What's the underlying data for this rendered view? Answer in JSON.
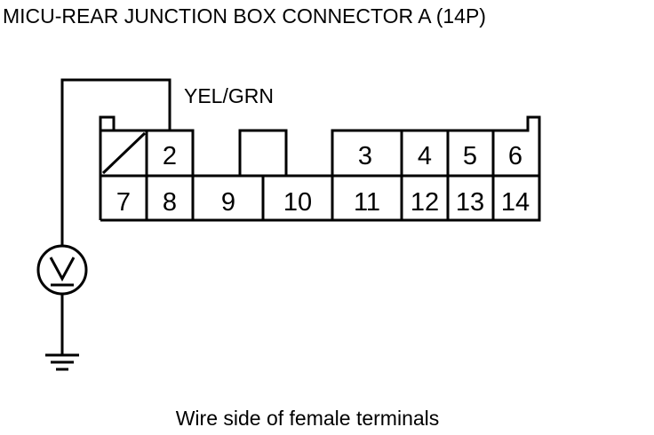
{
  "title": "MICU-REAR JUNCTION BOX CONNECTOR A (14P)",
  "wire_label": "YEL/GRN",
  "caption": "Wire side of female terminals",
  "connector": {
    "top_row": [
      "",
      "2",
      "3",
      "4",
      "5",
      "6"
    ],
    "bottom_row": [
      "7",
      "8",
      "9",
      "10",
      "11",
      "12",
      "13",
      "14"
    ]
  },
  "meter_symbol": "V"
}
